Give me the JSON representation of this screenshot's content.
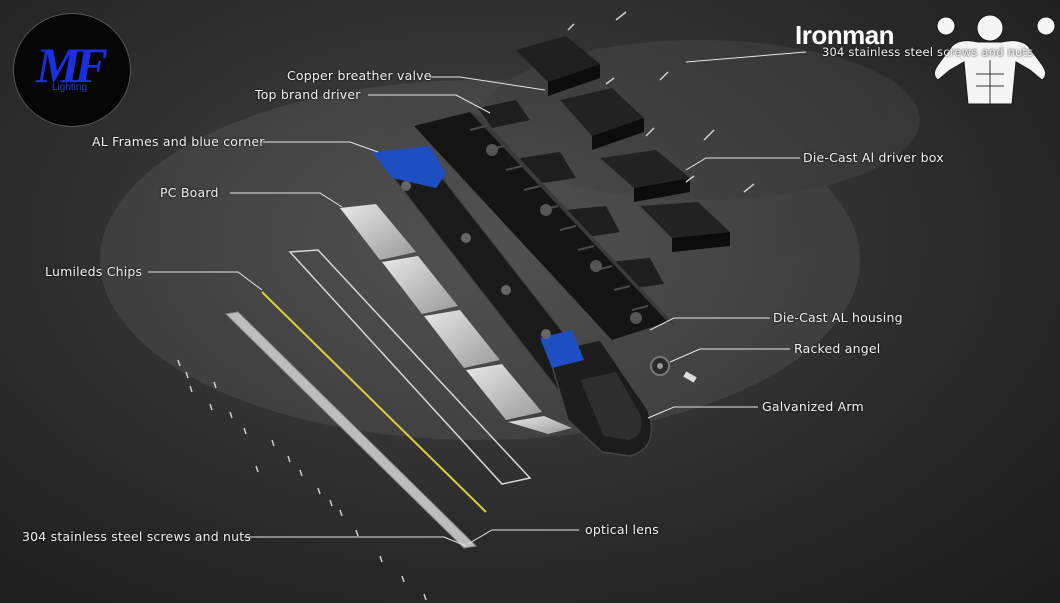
{
  "logo": {
    "text": "MF",
    "subtext": "Lighting"
  },
  "brand": {
    "name": "Ironman"
  },
  "labels": {
    "copper_breather_valve": "Copper breather valve",
    "top_brand_driver": "Top brand driver",
    "al_frames": "AL Frames and blue corner",
    "pc_board": "PC Board",
    "lumileds_chips": "Lumileds Chips",
    "screws_left": "304 stainless steel screws and nuts",
    "screws_top": "304 stainless steel screws and nuts",
    "driver_box": "Die-Cast Al driver box",
    "housing": "Die-Cast AL housing",
    "racked_angel": "Racked angel",
    "galvanized_arm": "Galvanized Arm",
    "optical_lens": "optical lens"
  },
  "colors": {
    "accent_blue": "#1e4fc2",
    "logo_blue": "#1b2fe0",
    "line": "#e0e0e0",
    "chip_yellow": "#d8d040"
  }
}
